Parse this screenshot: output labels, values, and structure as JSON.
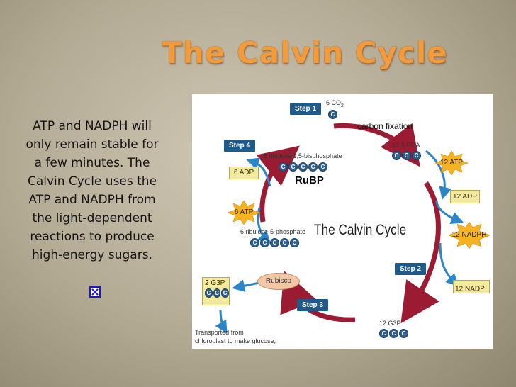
{
  "slide": {
    "title": "The Calvin Cycle",
    "body_lines": [
      "ATP and NADPH will",
      "only remain stable for",
      "a few minutes.  The",
      "Calvin Cycle uses the",
      "ATP and NADPH from",
      "the light-dependent",
      "reactions to produce",
      "high-energy sugars."
    ],
    "link_icon": "broken-image-icon"
  },
  "diagram": {
    "center_title": "The Calvin Cycle",
    "steps": [
      "Step 1",
      "Step 2",
      "Step 3",
      "Step 4"
    ],
    "co2": "6 CO",
    "co2_sub": "2",
    "carbon_fixation": "carbon fixation",
    "pga": "12 3-PGA",
    "rubp_bisphosphate": "6 ribulose 1,5-bisphosphate",
    "rubp": "RuBP",
    "ribulose_phosphate": "6 ribulose-5-phosphate",
    "g3p_12": "12 G3P",
    "g3p_2": "2 G3P",
    "rubisco": "Rubisco",
    "atp_12": "12 ATP",
    "adp_12": "12 ADP",
    "nadph_12": "12 NADPH",
    "nadp_12": "12 NADP",
    "nadp_plus": "+",
    "atp_6": "6 ATP",
    "adp_6": "6 ADP",
    "transported_1": "Transported from",
    "transported_2": "chloroplast to make glucose,",
    "carbon_letter": "C",
    "colors": {
      "title": "#f39a3a",
      "cycle_arrow": "#9b1b33",
      "step_box": "#1e5a8c",
      "side_arrow": "#2a86c9",
      "burst": "#f6b21f"
    }
  }
}
